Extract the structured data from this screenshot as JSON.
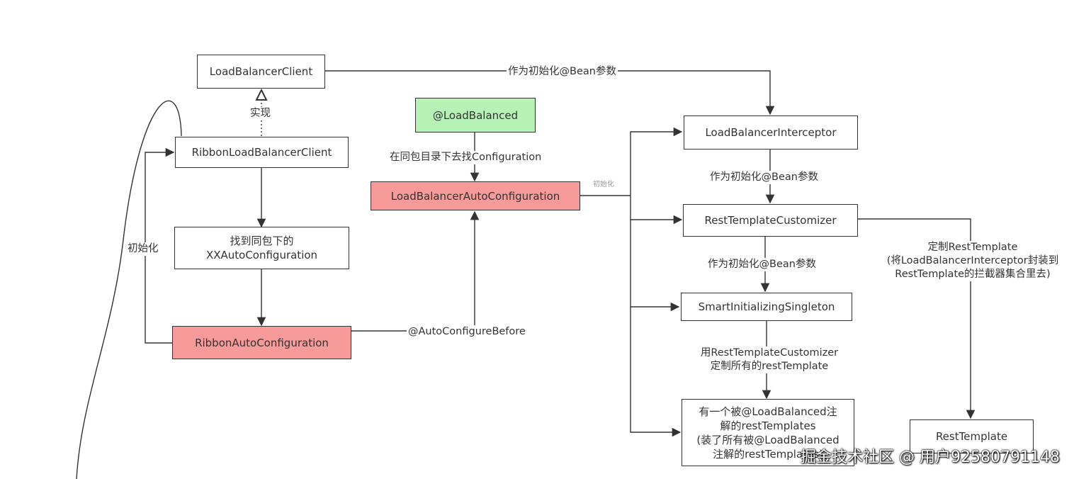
{
  "nodes": {
    "lbc": "LoadBalancerClient",
    "rlbc": "RibbonLoadBalancerClient",
    "find_line1": "找到同包下的",
    "find_line2": "XXAutoConfiguration",
    "rac": "RibbonAutoConfiguration",
    "lb": "@LoadBalanced",
    "lbac": "LoadBalancerAutoConfiguration",
    "lbi": "LoadBalancerInterceptor",
    "rtc": "RestTemplateCustomizer",
    "sis": "SmartInitializingSingleton",
    "rt_list_line1": "有一个被@LoadBalanced注",
    "rt_list_line2": "解的restTemplates",
    "rt_list_line3": "(装了所有被@LoadBalanced",
    "rt_list_line4": "注解的restTemplates)",
    "rt": "RestTemplate"
  },
  "edges": {
    "implements": "实现",
    "init": "初始化",
    "init_param_top": "作为初始化@Bean参数",
    "search_config": "在同包目录下去找Configuration",
    "auto_before": "@AutoConfigureBefore",
    "init_small": "初始化",
    "init_param_1": "作为初始化@Bean参数",
    "init_param_2": "作为初始化@Bean参数",
    "customize_line1": "用RestTemplateCustomizer",
    "customize_line2": "定制所有的restTemplate",
    "custom_rt_line1": "定制RestTemplate",
    "custom_rt_line2": "(将LoadBalancerInterceptor封装到",
    "custom_rt_line3": "RestTemplate的拦截器集合里去)"
  },
  "watermark": "掘金技术社区 @ 用户92580791148",
  "colors": {
    "green_node": "#b6f2b6",
    "red_node": "#f69a9a",
    "line": "#333333"
  }
}
